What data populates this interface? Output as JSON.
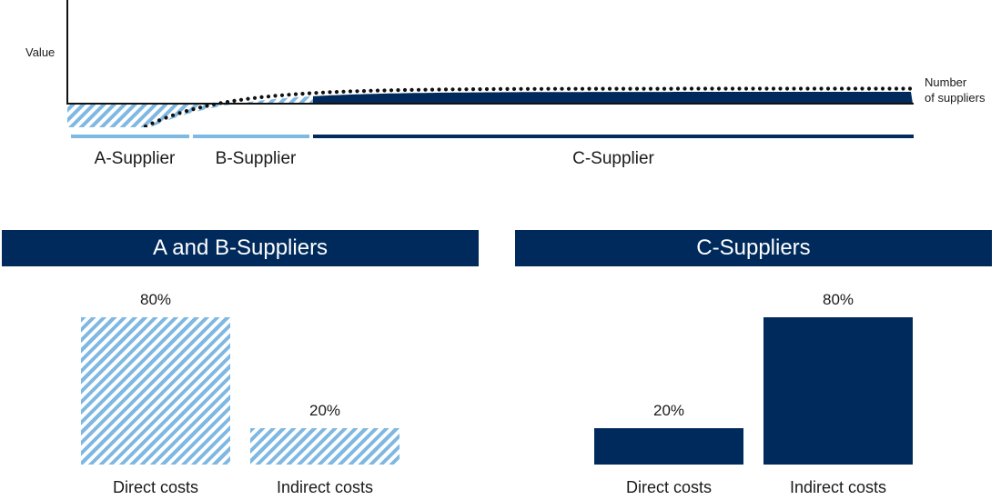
{
  "curve": {
    "ylabel": "Value",
    "xlabel_line1": "Number",
    "xlabel_line2": "of suppliers",
    "colors": {
      "ab": "#7fb8e2",
      "c": "#002a5c",
      "dots": "#111111"
    }
  },
  "segments": [
    {
      "label": "A-Supplier",
      "color": "#7fb8e2"
    },
    {
      "label": "B-Supplier",
      "color": "#7fb8e2"
    },
    {
      "label": "C-Supplier",
      "color": "#002a5c"
    }
  ],
  "chart_data": [
    {
      "type": "bar",
      "title": "A and B-Suppliers",
      "categories": [
        "Direct costs",
        "Indirect costs"
      ],
      "values": [
        80,
        20
      ],
      "value_labels": [
        "80%",
        "20%"
      ],
      "style": "hatched-light-blue"
    },
    {
      "type": "bar",
      "title": "C-Suppliers",
      "categories": [
        "Direct costs",
        "Indirect costs"
      ],
      "values": [
        20,
        80
      ],
      "value_labels": [
        "20%",
        "80%"
      ],
      "style": "solid-navy"
    }
  ]
}
